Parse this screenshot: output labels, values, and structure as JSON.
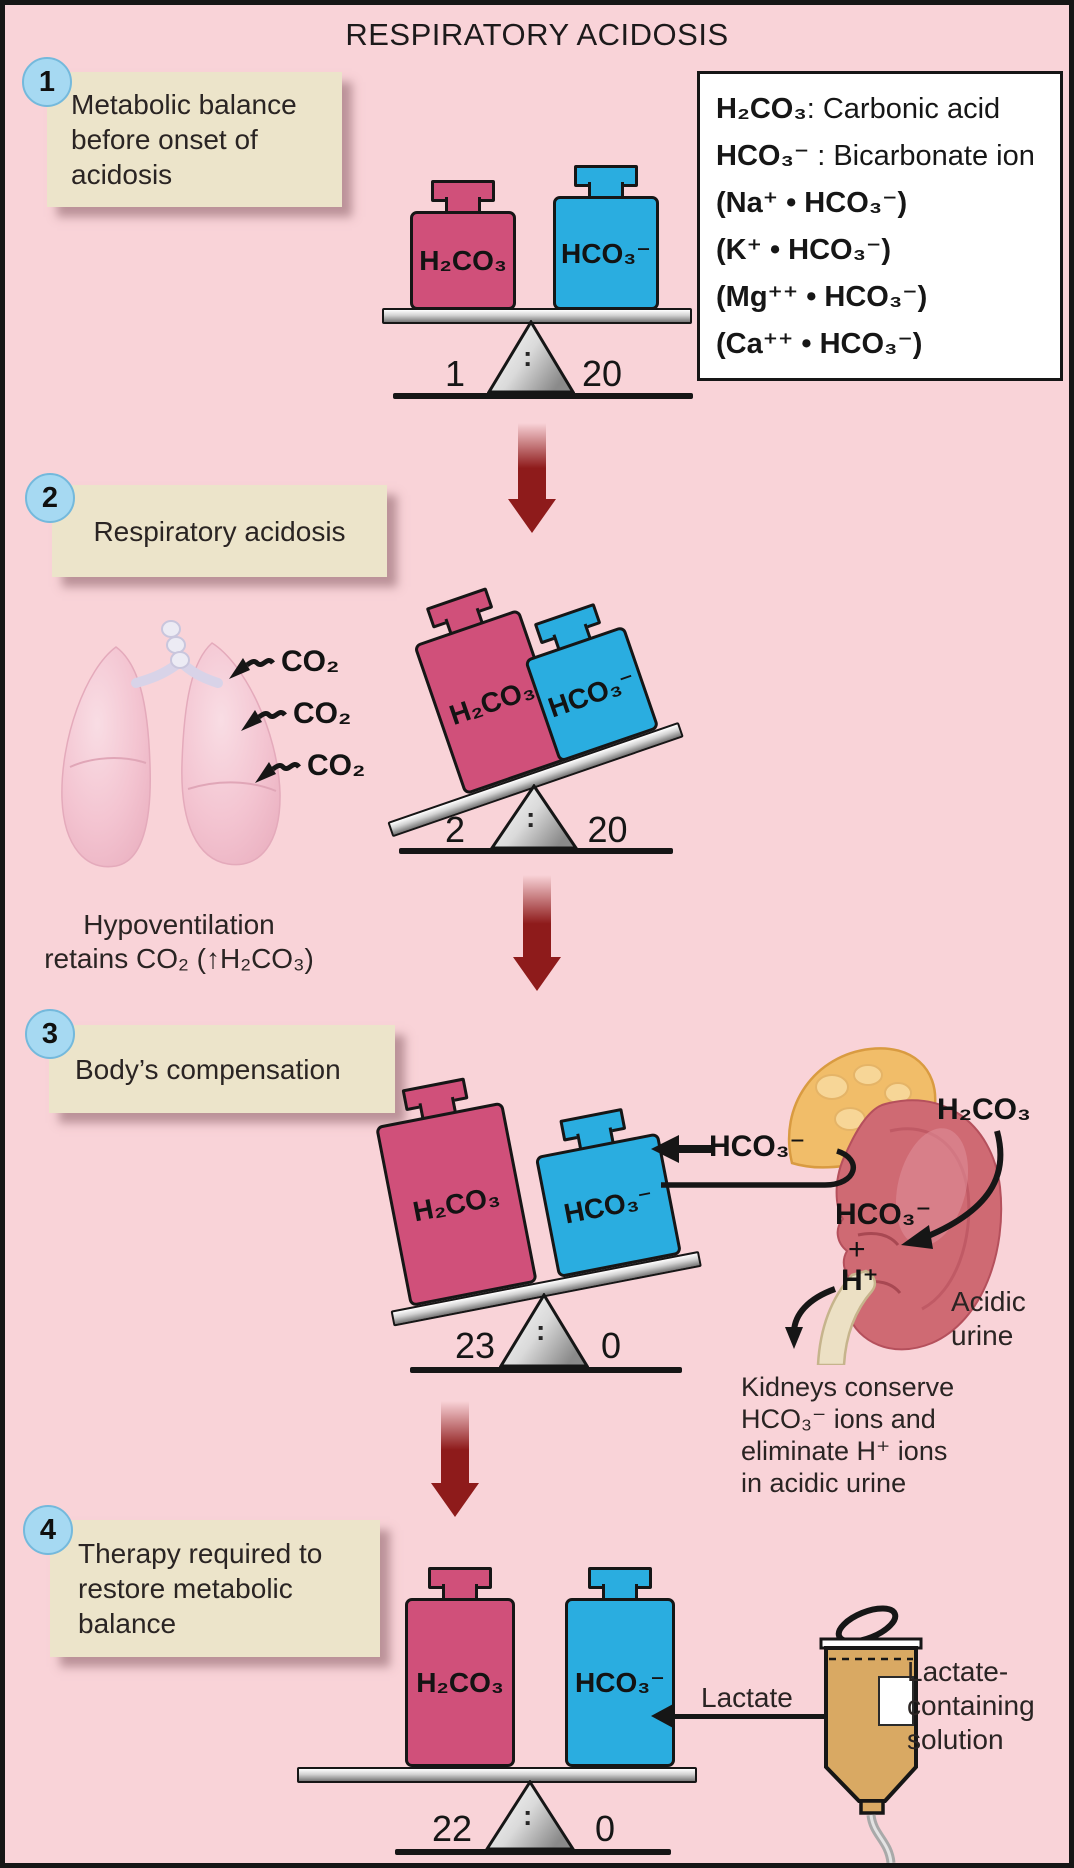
{
  "title": "RESPIRATORY ACIDOSIS",
  "legend": {
    "items": [
      {
        "formula": "H₂CO₃",
        "desc": ": Carbonic acid"
      },
      {
        "formula": "HCO₃⁻",
        "desc": " : Bicarbonate ion"
      },
      {
        "formula": "(Na⁺ • HCO₃⁻)",
        "desc": ""
      },
      {
        "formula": "(K⁺ • HCO₃⁻)",
        "desc": ""
      },
      {
        "formula": "(Mg⁺⁺ • HCO₃⁻)",
        "desc": ""
      },
      {
        "formula": "(Ca⁺⁺ • HCO₃⁻)",
        "desc": ""
      }
    ]
  },
  "steps": [
    {
      "num": "1",
      "lines": [
        "Metabolic balance",
        "before onset of",
        "acidosis"
      ]
    },
    {
      "num": "2",
      "lines": [
        "Respiratory acidosis"
      ]
    },
    {
      "num": "3",
      "lines": [
        "Body’s compensation"
      ]
    },
    {
      "num": "4",
      "lines": [
        "Therapy required to",
        "restore metabolic",
        "balance"
      ]
    }
  ],
  "weights": {
    "acid": "H₂CO₃",
    "base": "HCO₃⁻"
  },
  "scales": [
    {
      "left": "1",
      "colon": ":",
      "right": "20"
    },
    {
      "left": "2",
      "colon": ":",
      "right": "20"
    },
    {
      "left": "23",
      "colon": ":",
      "right": "0"
    },
    {
      "left": "22",
      "colon": ":",
      "right": "0"
    }
  ],
  "stage2": {
    "co2": [
      "CO₂",
      "CO₂",
      "CO₂"
    ],
    "caption": [
      "Hypoventilation",
      "retains CO₂ (↑H₂CO₃)"
    ]
  },
  "stage3": {
    "to_scale_label": "HCO₃⁻",
    "h2co3": "H₂CO₃",
    "kidney_inner": [
      "HCO₃⁻",
      "+",
      "H⁺"
    ],
    "acidic_urine": [
      "Acidic",
      "urine"
    ],
    "caption": [
      "Kidneys conserve",
      "HCO₃⁻ ions and",
      "eliminate H⁺ ions",
      "in acidic urine"
    ]
  },
  "stage4": {
    "lactate": "Lactate",
    "solution": [
      "Lactate-",
      "containing",
      "solution"
    ]
  },
  "colors": {
    "background": "#f9d3d8",
    "note_box": "#ece4ca",
    "step_circle": "#a6d9f2",
    "acid_weight": "#d0507a",
    "base_weight": "#2aade0",
    "flow_arrow": "#8e1b1b",
    "text": "#231f20"
  }
}
